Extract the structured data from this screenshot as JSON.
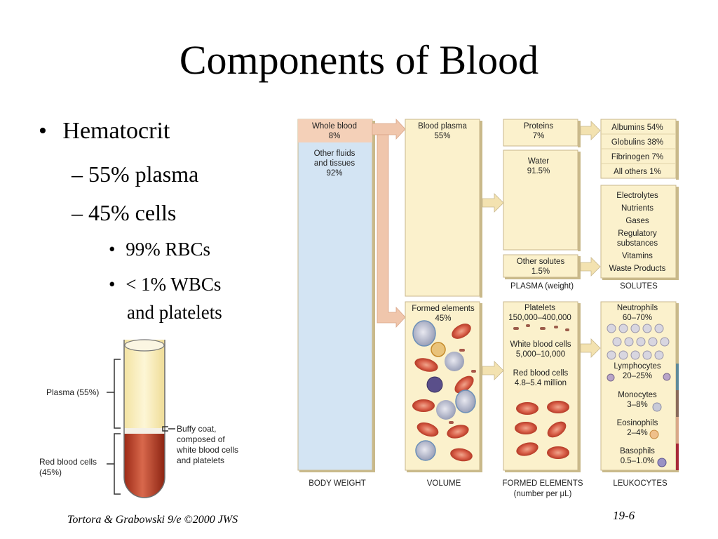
{
  "title": "Components of Blood",
  "bullets": {
    "hematocrit": "Hematocrit",
    "plasma": "– 55% plasma",
    "cells": "–  45% cells",
    "rbcs": "99% RBCs",
    "wbcs_line1": "< 1% WBCs",
    "wbcs_line2": "and platelets"
  },
  "tube": {
    "plasma_label": "Plasma (55%)",
    "buffy_line1": "Buffy coat,",
    "buffy_line2": "composed of",
    "buffy_line3": "white blood cells",
    "buffy_line4": "and platelets",
    "rbc_line1": "Red blood cells",
    "rbc_line2": "(45%)"
  },
  "body_weight": {
    "whole_blood": "Whole blood",
    "whole_blood_pct": "8%",
    "other_line1": "Other fluids",
    "other_line2": "and tissues",
    "other_pct": "92%",
    "label": "BODY WEIGHT"
  },
  "volume": {
    "plasma": "Blood plasma",
    "plasma_pct": "55%",
    "formed": "Formed elements",
    "formed_pct": "45%",
    "label": "VOLUME"
  },
  "plasma_weight": {
    "proteins": "Proteins",
    "proteins_pct": "7%",
    "water": "Water",
    "water_pct": "91.5%",
    "other": "Other solutes",
    "other_pct": "1.5%",
    "label": "PLASMA (weight)"
  },
  "proteins_list": [
    "Albumins 54%",
    "Globulins 38%",
    "Fibrinogen 7%",
    "All others 1%"
  ],
  "solutes_list": [
    "Electrolytes",
    "Nutrients",
    "Gases",
    "Regulatory",
    "substances",
    "Vitamins",
    "Waste Products"
  ],
  "solutes_label": "SOLUTES",
  "formed_elements": {
    "platelets": "Platelets",
    "platelets_count": "150,000–400,000",
    "wbc": "White blood cells",
    "wbc_count": "5,000–10,000",
    "rbc": "Red blood cells",
    "rbc_count": "4.8–5.4 million",
    "label": "FORMED ELEMENTS",
    "sublabel": "(number per μL)"
  },
  "leukocytes": {
    "neutrophils": "Neutrophils",
    "neutrophils_pct": "60–70%",
    "lymphocytes": "Lymphocytes",
    "lymphocytes_pct": "20–25%",
    "monocytes": "Monocytes",
    "monocytes_pct": "3–8%",
    "eosinophils": "Eosinophils",
    "eosinophils_pct": "2–4%",
    "basophils": "Basophils",
    "basophils_pct": "0.5–1.0%",
    "label": "LEUKOCYTES"
  },
  "footer": {
    "citation": "Tortora & Grabowski 9/e ©2000 JWS",
    "slide_number": "19-6"
  },
  "colors": {
    "tan_box": "#fbf1cc",
    "tan_border": "#c8b78c",
    "body_blue": "#d3e4f3",
    "whole_blood_pink": "#f4d0b8",
    "arrow_pink": "#f0c6ac",
    "arrow_tan": "#f3e2b0",
    "blood_red": "#c0432a"
  }
}
